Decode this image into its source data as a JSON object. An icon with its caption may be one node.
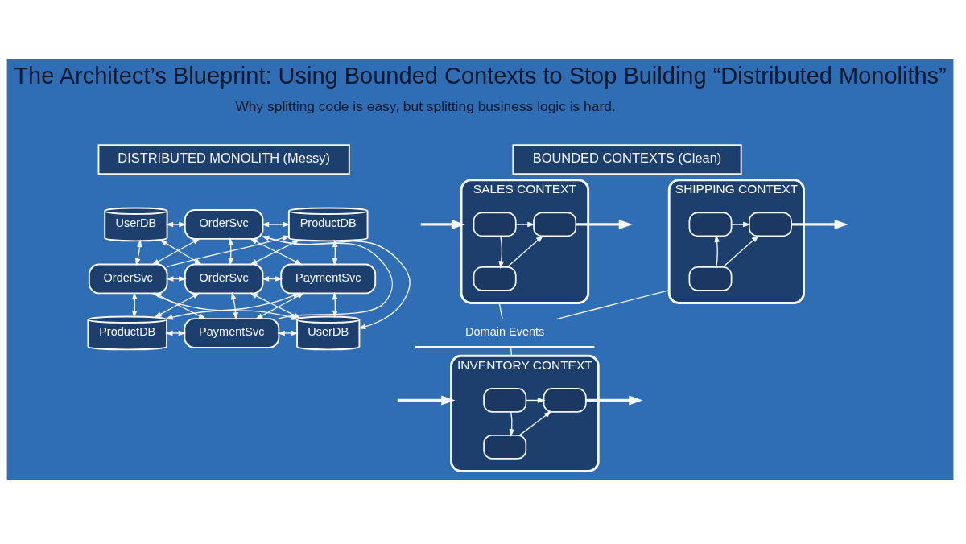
{
  "diagram": {
    "title": "The Architect’s Blueprint: Using Bounded Contexts to Stop Building “Distributed Monoliths”",
    "nodes": [
      {
        "text": [
          "DISTRIBUTED MONOLITH (Messy)"
        ]
      },
      {
        "text": [
          "UserDB"
        ]
      },
      {
        "text": [
          "OrderSvc"
        ]
      },
      {
        "text": [
          "ProductDB"
        ]
      },
      {
        "text": [
          "OrderSvc"
        ]
      },
      {
        "text": [
          "OrderSvc"
        ]
      },
      {
        "text": [
          "PaymentSvc"
        ]
      },
      {
        "text": [
          "ProductDB"
        ]
      },
      {
        "text": [
          "PaymentSvc"
        ]
      },
      {
        "text": [
          "UserDB"
        ]
      },
      {
        "text": [
          "BOUNDED CONTEXTS (Clean)"
        ]
      },
      {
        "text": [
          "SALES CONTEXT"
        ]
      },
      {
        "text": [],
        "shape": "box",
        "in": 11
      },
      {
        "text": [],
        "shape": "box",
        "in": 11
      },
      {
        "text": [],
        "shape": "box",
        "in": 11
      },
      {
        "text": [
          "SHIPPING CONTEXT"
        ]
      },
      {
        "text": [],
        "shape": "box",
        "in": 15
      },
      {
        "text": [],
        "shape": "box",
        "in": 15
      },
      {
        "text": [],
        "shape": "box",
        "in": 15
      },
      {
        "text": [
          "Domain Events"
        ]
      },
      {
        "text": [
          "INVENTORY CONTEXT"
        ]
      },
      {
        "text": [],
        "shape": "box",
        "in": 20
      },
      {
        "text": [],
        "shape": "box",
        "in": 20
      },
      {
        "text": [],
        "shape": "box",
        "in": 20
      }
    ],
    "edges": [
      {
        "from": 1,
        "to": 2,
        "arrow": "both"
      },
      {
        "from": 2,
        "to": 3,
        "arrow": "both"
      },
      {
        "from": 1,
        "to": 4,
        "arrow": "both"
      },
      {
        "from": 2,
        "to": 5,
        "arrow": "both"
      },
      {
        "from": 3,
        "to": 6,
        "arrow": "both"
      },
      {
        "from": 4,
        "to": 5,
        "arrow": "both"
      },
      {
        "from": 5,
        "to": 6,
        "arrow": "both"
      },
      {
        "from": 4,
        "to": 7,
        "arrow": "both"
      },
      {
        "from": 5,
        "to": 8,
        "arrow": "both"
      },
      {
        "from": 6,
        "to": 9,
        "arrow": "both"
      },
      {
        "from": 7,
        "to": 8,
        "arrow": "both"
      },
      {
        "from": 8,
        "to": 9,
        "arrow": "both"
      },
      {
        "from": 1,
        "to": 5,
        "arrow": "both"
      },
      {
        "from": 2,
        "to": 4,
        "arrow": "both"
      },
      {
        "from": 2,
        "to": 6,
        "arrow": "both"
      },
      {
        "from": 3,
        "to": 5,
        "arrow": "both"
      },
      {
        "from": 4,
        "to": 3,
        "arrow": "to"
      },
      {
        "from": 4,
        "to": 8,
        "arrow": "both"
      },
      {
        "from": 5,
        "to": 7,
        "arrow": "both"
      },
      {
        "from": 6,
        "to": 8,
        "arrow": "both"
      },
      {
        "from": 5,
        "to": 9,
        "arrow": "both"
      },
      {
        "from": 6,
        "to": 7,
        "arrow": "both"
      },
      {
        "from": 4,
        "to": 9,
        "arrow": "to"
      },
      {
        "from": 8,
        "to": 2,
        "arrow": "to"
      },
      {
        "from": 2,
        "to": 9,
        "arrow": "to"
      },
      {
        "from": null,
        "to": 11,
        "arrow": "to",
        "style": "thick"
      },
      {
        "from": 12,
        "to": 14,
        "arrow": "to"
      },
      {
        "from": 12,
        "to": 13,
        "arrow": "to"
      },
      {
        "from": 13,
        "to": 14,
        "arrow": "to"
      },
      {
        "from": 14,
        "to": null,
        "arrow": "to",
        "style": "thick"
      },
      {
        "from": 16,
        "to": 18,
        "arrow": "to"
      },
      {
        "from": 17,
        "to": 16,
        "arrow": "to"
      },
      {
        "from": 17,
        "to": 18,
        "arrow": "to"
      },
      {
        "from": 18,
        "to": null,
        "arrow": "to",
        "style": "thick"
      },
      {
        "from": 11,
        "to": 19,
        "arrow": "none"
      },
      {
        "from": 15,
        "to": 19,
        "arrow": "none"
      },
      {
        "from": 19,
        "to": 20,
        "arrow": "none"
      },
      {
        "from": null,
        "to": 20,
        "arrow": "to",
        "style": "thick"
      },
      {
        "from": 21,
        "to": 23,
        "arrow": "to"
      },
      {
        "from": 21,
        "to": 22,
        "arrow": "to"
      },
      {
        "from": 22,
        "to": 23,
        "arrow": "to"
      },
      {
        "from": 23,
        "to": null,
        "arrow": "to",
        "style": "thick"
      }
    ],
    "labels": [
      "Why splitting code is easy, but splitting business logic is hard."
    ]
  }
}
